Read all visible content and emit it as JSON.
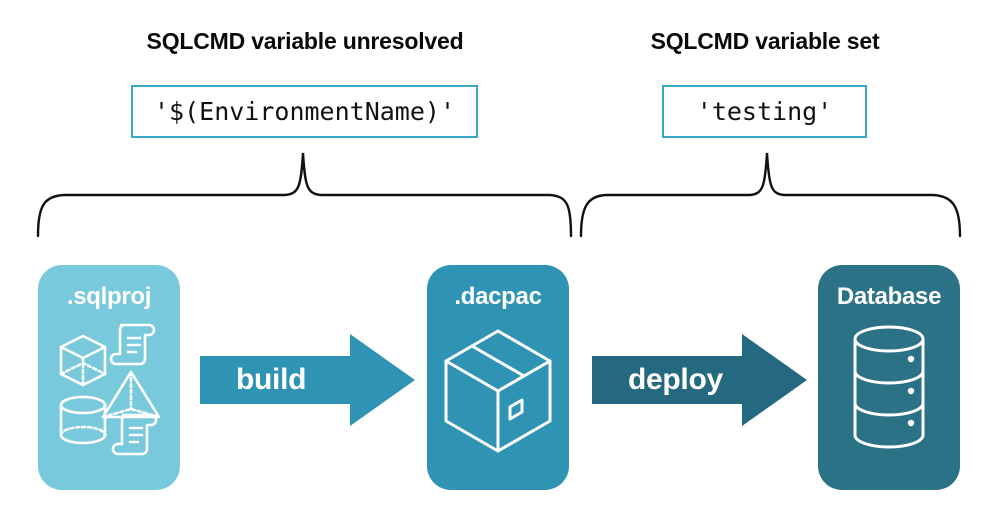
{
  "diagram": {
    "title_left": "SQLCMD variable unresolved",
    "title_right": "SQLCMD variable set",
    "code_left": "'$(EnvironmentName)'",
    "code_right": "'testing'",
    "stages": [
      {
        "label": ".sqlproj",
        "icon": "project-artifacts-icon",
        "color": "#79c9dd"
      },
      {
        "label": ".dacpac",
        "icon": "package-box-icon",
        "color": "#2f93b4"
      },
      {
        "label": "Database",
        "icon": "database-cylinder-icon",
        "color": "#2b7287"
      }
    ],
    "arrows": [
      {
        "label": "build",
        "icon": "arrow-right-icon",
        "color": "#2f93b4"
      },
      {
        "label": "deploy",
        "icon": "arrow-right-icon",
        "color": "#24697f"
      }
    ],
    "braces": [
      {
        "name": "brace-build-scope",
        "icon": "curly-brace-up-icon"
      },
      {
        "name": "brace-deploy-scope",
        "icon": "curly-brace-up-icon"
      }
    ],
    "colors": {
      "light_teal": "#79c9dd",
      "mid_teal": "#2f93b4",
      "dark_teal": "#2b7287",
      "arrow_deploy": "#24697f",
      "box_border": "#3aa7c4",
      "text_dark": "#0a0a0a",
      "background": "#ffffff"
    }
  }
}
